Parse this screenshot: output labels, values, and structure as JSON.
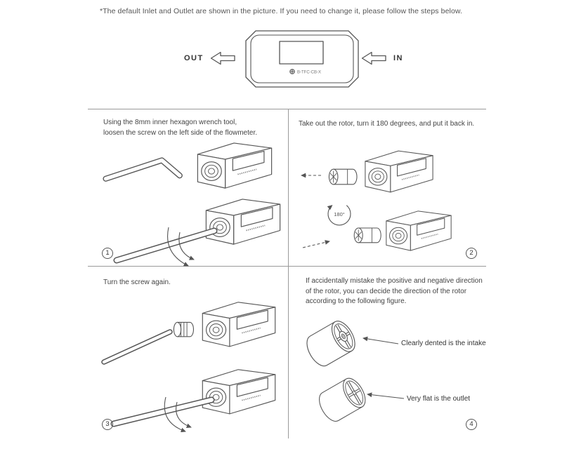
{
  "header": {
    "note": "*The default Inlet and Outlet are shown in the picture. If you need to change it, please follow the steps below."
  },
  "device": {
    "out_label": "OUT",
    "in_label": "IN",
    "brand": "B-TFC-CB-X"
  },
  "steps": {
    "step1": {
      "number": "1",
      "text_line1": "Using the 8mm inner hexagon wrench tool,",
      "text_line2": "loosen the screw on the left side of the flowmeter."
    },
    "step2": {
      "number": "2",
      "text": "Take out the rotor, turn it 180 degrees, and put it back in.",
      "angle_label": "180°"
    },
    "step3": {
      "number": "3",
      "text": "Turn the screw again."
    },
    "step4": {
      "number": "4",
      "text": "If accidentally mistake the positive and negative direction of the rotor, you can decide the direction of the rotor according to the following figure.",
      "intake_label": "Clearly dented is the intake",
      "outlet_label": "Very flat is the outlet"
    }
  }
}
